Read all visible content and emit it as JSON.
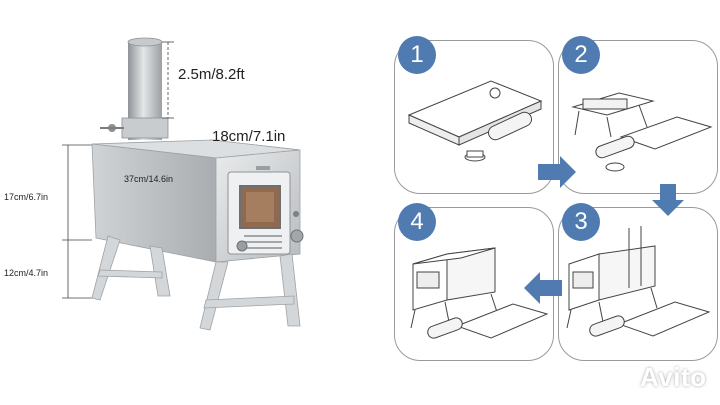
{
  "dimensions": {
    "chimney_height": "2.5m/8.2ft",
    "depth": "18cm/7.1in",
    "width": "37cm/14.6in",
    "body_height": "17cm/6.7in",
    "leg_height": "12cm/4.7in"
  },
  "steps": [
    {
      "number": "1"
    },
    {
      "number": "2"
    },
    {
      "number": "3"
    },
    {
      "number": "4"
    }
  ],
  "watermark": {
    "text": "Avito"
  },
  "colors": {
    "badge": "#4f7bb0",
    "arrow": "#4f7bb0",
    "panel_border": "#9a9a9a"
  }
}
